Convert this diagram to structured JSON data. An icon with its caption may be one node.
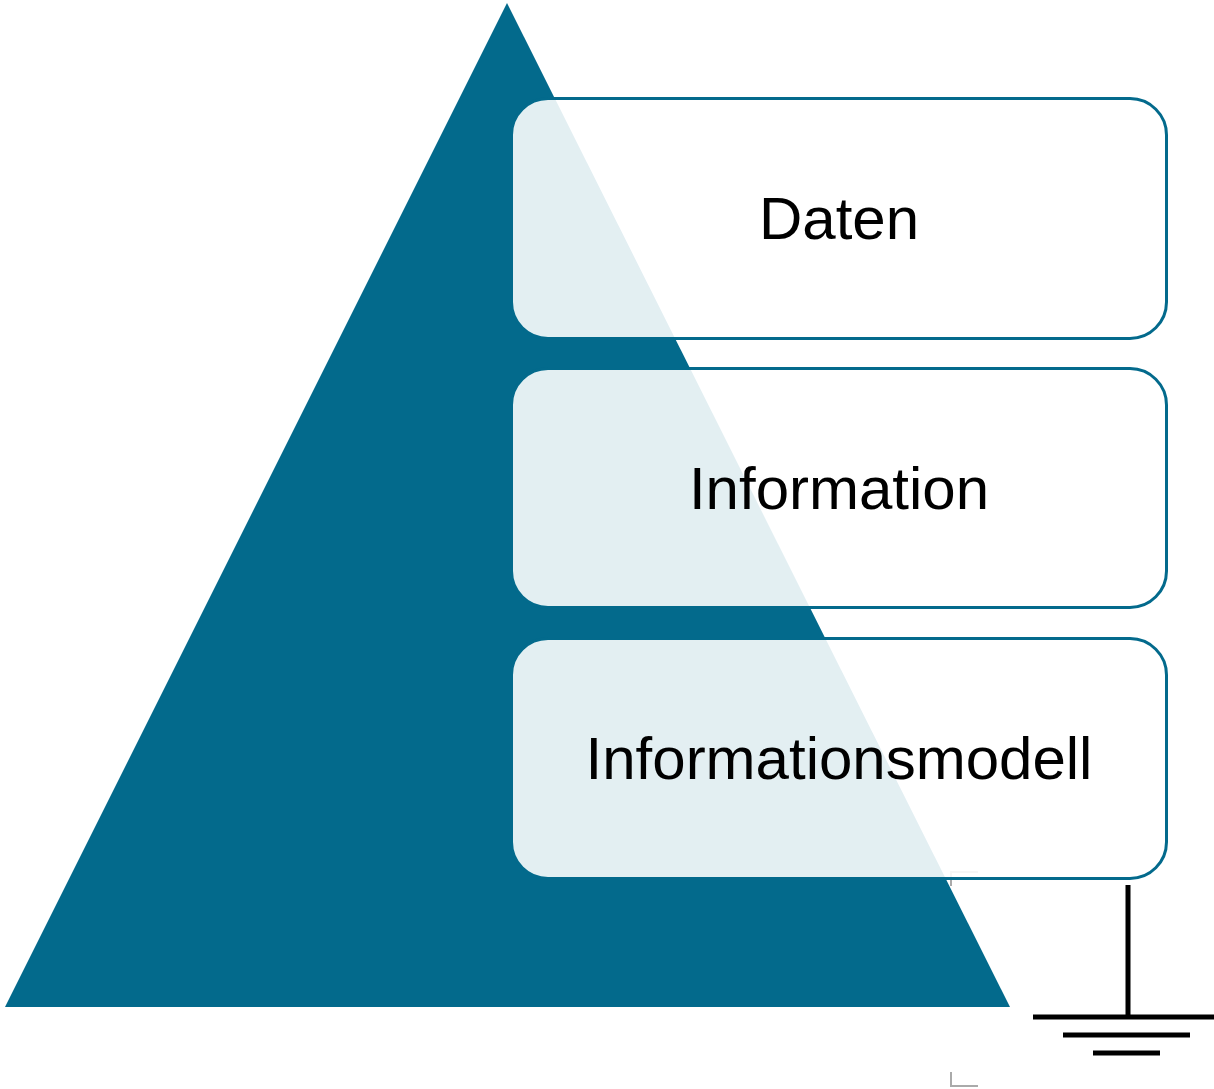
{
  "diagram": {
    "nodes": [
      {
        "text": [
          "Daten"
        ]
      },
      {
        "text": [
          "Information"
        ]
      },
      {
        "text": [
          "Informationsmodell"
        ]
      }
    ]
  }
}
